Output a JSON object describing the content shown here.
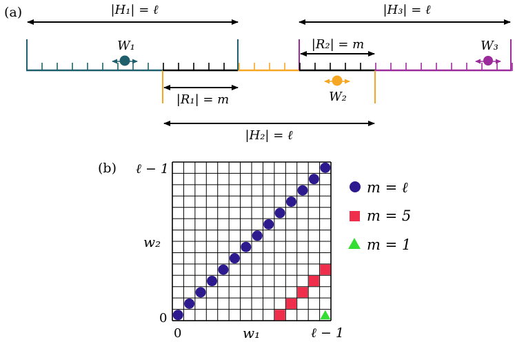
{
  "panel_a": {
    "label": "(a)",
    "colors": {
      "teal": "#1f5f6b",
      "orange": "#f5a623",
      "purple": "#9b2b9b",
      "black": "#000000"
    },
    "labels": {
      "h1": "|H₁| = ℓ",
      "h2": "|H₂| = ℓ",
      "h3": "|H₃| = ℓ",
      "r1": "|R₁| = m",
      "r2": "|R₂| = m",
      "w1": "W₁",
      "w2": "W₂",
      "w3": "W₃"
    }
  },
  "panel_b": {
    "label": "(b)",
    "grid_size": 14,
    "axes": {
      "y_top": "ℓ − 1",
      "y_label": "w₂",
      "y_bottom": "0",
      "x_left": "0",
      "x_label": "w₁",
      "x_right": "ℓ − 1"
    },
    "legend": [
      {
        "label": "m = ℓ",
        "shape": "circle",
        "color": "#2e1a8f"
      },
      {
        "label": "m = 5",
        "shape": "square",
        "color": "#ee2e4a"
      },
      {
        "label": "m = 1",
        "shape": "triangle",
        "color": "#33dd33"
      }
    ],
    "points": {
      "circles": [
        [
          0,
          0
        ],
        [
          1,
          1
        ],
        [
          2,
          2
        ],
        [
          3,
          3
        ],
        [
          4,
          4
        ],
        [
          5,
          5
        ],
        [
          6,
          6
        ],
        [
          7,
          7
        ],
        [
          8,
          8
        ],
        [
          9,
          9
        ],
        [
          10,
          10
        ],
        [
          11,
          11
        ],
        [
          12,
          12
        ],
        [
          13,
          13
        ]
      ],
      "squares": [
        [
          9,
          0
        ],
        [
          10,
          1
        ],
        [
          11,
          2
        ],
        [
          12,
          3
        ],
        [
          13,
          4
        ]
      ],
      "triangles": [
        [
          13,
          0
        ]
      ]
    }
  }
}
